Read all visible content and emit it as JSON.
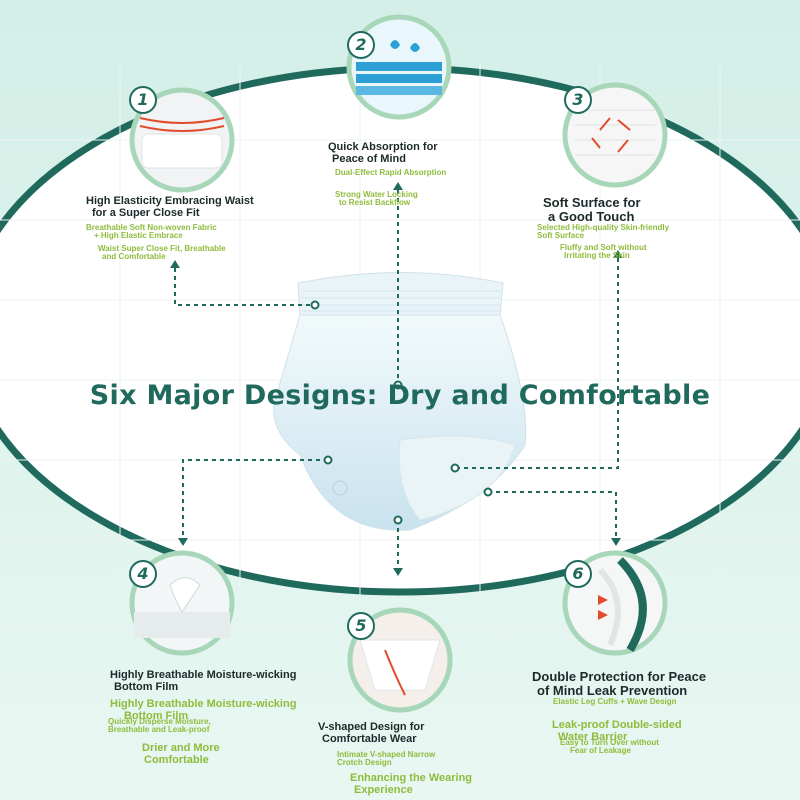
{
  "headline": "Six Major Designs: Dry and Comfortable",
  "features": [
    {
      "number": "1",
      "title_lines": [
        "High Elasticity Embracing Waist",
        "for a Super Close Fit"
      ],
      "sub1_lines": [
        "Breathable Soft Non-woven Fabric",
        "+ High Elastic Embrace"
      ],
      "sub2_lines": [
        "Waist Super Close Fit, Breathable",
        "and Comfortable"
      ]
    },
    {
      "number": "2",
      "title_lines": [
        "Quick Absorption for",
        "Peace of Mind"
      ],
      "sub1_lines": [
        "Dual-Effect Rapid Absorption"
      ],
      "sub2_lines": [
        "Strong Water Locking",
        "to Resist Backflow"
      ]
    },
    {
      "number": "3",
      "title_lines": [
        "Soft Surface for",
        "a Good Touch"
      ],
      "sub1_lines": [
        "Selected High-quality Skin-friendly",
        "Soft Surface"
      ],
      "sub2_lines": [
        "Fluffy and Soft without",
        "Irritating the Skin"
      ]
    },
    {
      "number": "4",
      "title_lines": [
        "Highly Breathable Moisture-wicking",
        "Bottom Film"
      ],
      "sub1_lines": [
        "Highly Breathable Moisture-wicking",
        "Bottom Film"
      ],
      "sub2_lines": [
        "Quickly Disperse Moisture,",
        "Breathable and Leak-proof"
      ],
      "sub3_lines": [
        "Drier and More",
        "Comfortable"
      ]
    },
    {
      "number": "5",
      "title_lines": [
        "V-shaped Design for",
        "Comfortable Wear"
      ],
      "sub1_lines": [
        "Intimate V-shaped Narrow",
        "Crotch Design"
      ],
      "sub2_lines": [
        "Enhancing the Wearing",
        "Experience"
      ]
    },
    {
      "number": "6",
      "title_lines": [
        "Double Protection for Peace",
        "of Mind Leak Prevention"
      ],
      "sub1_lines": [
        "Elastic Leg Cuffs + Wave Design"
      ],
      "sub2_lines": [
        "Leak-proof Double-sided",
        "Water Barrier"
      ],
      "sub3_lines": [
        "Easy to Turn Over without",
        "Fear of Leakage"
      ]
    }
  ],
  "colors": {
    "accent": "#1f6a5d",
    "highlight": "#8fbc3c",
    "background": "#dff3ee",
    "panel": "#ffffff"
  }
}
